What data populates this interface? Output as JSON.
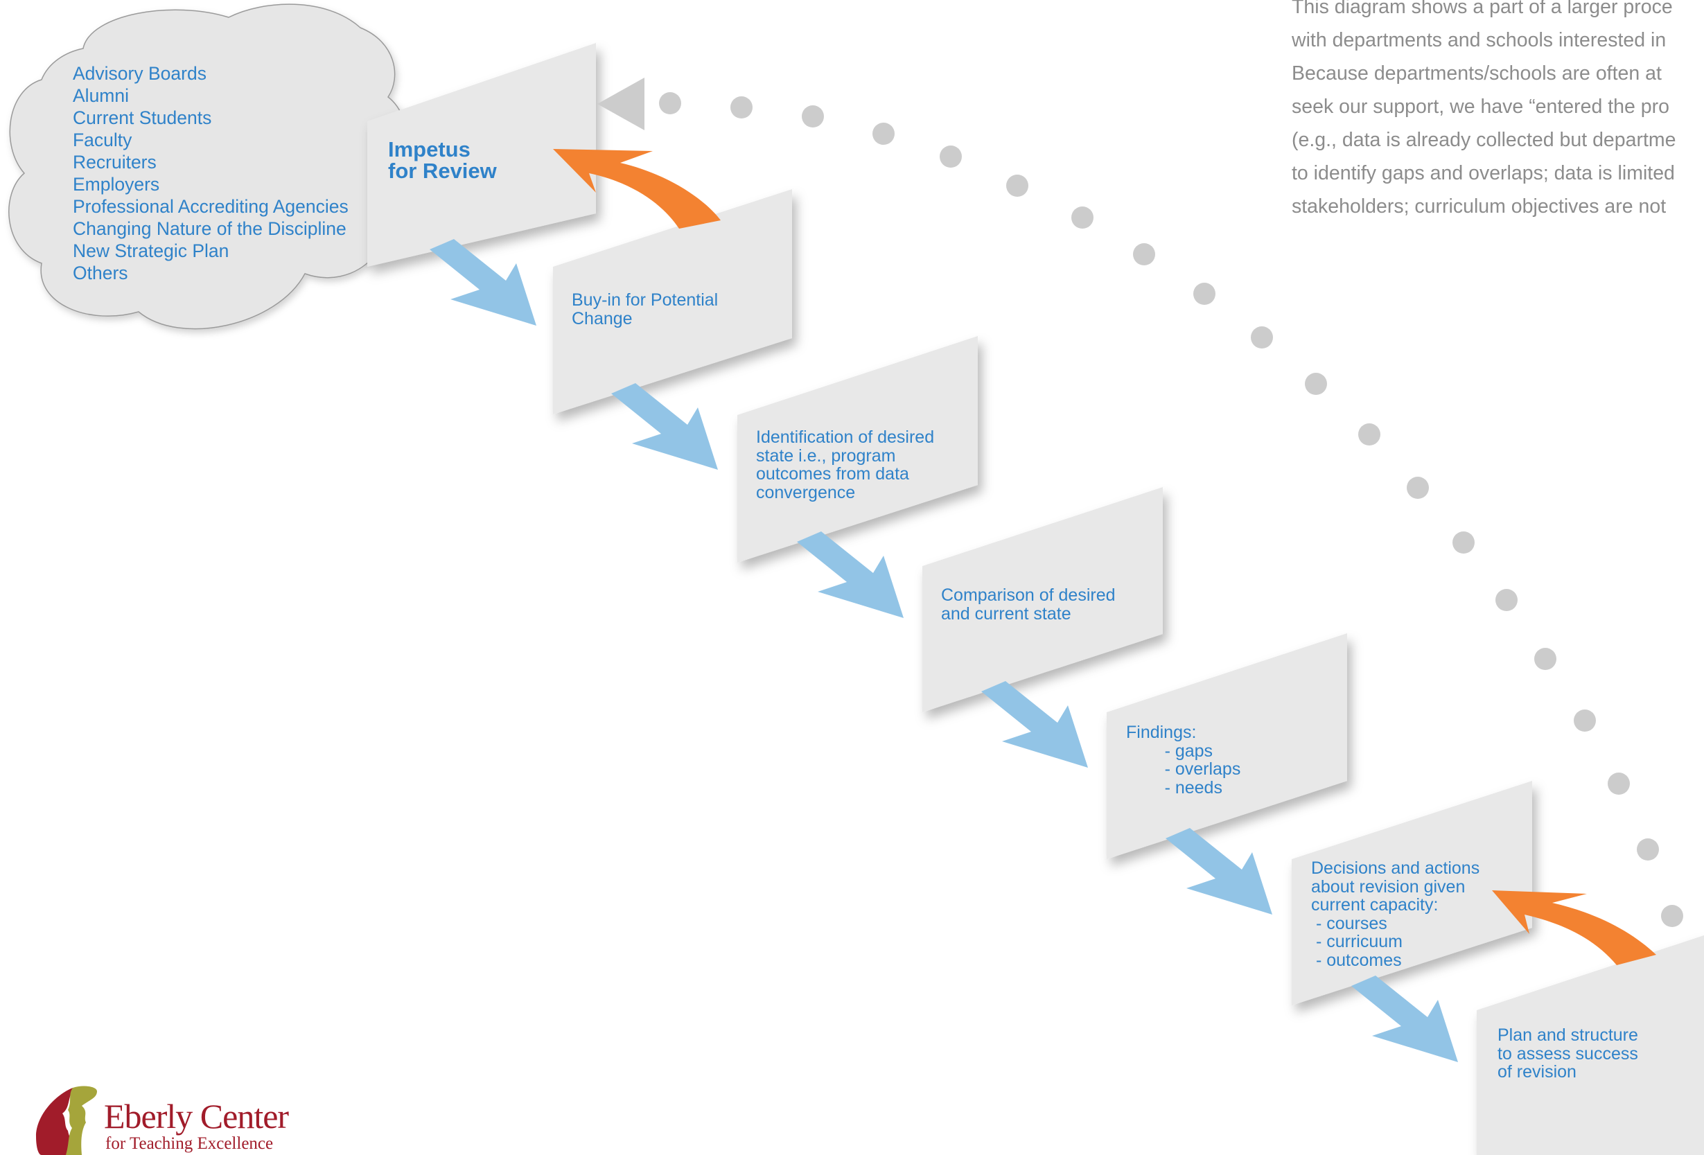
{
  "colors": {
    "text_blue": "#2f82c9",
    "down_arrow": "#92c4e6",
    "feedback_arrow": "#f38231",
    "card": "#e8e8e8",
    "cloud": "#e6e6e6",
    "dots": "#cccccc",
    "note_text": "#8c8c8c",
    "brand_red": "#a11c2a",
    "brand_olive": "#a5a53b"
  },
  "cloud": {
    "items": [
      "Advisory Boards",
      "Alumni",
      "Current Students",
      "Faculty",
      "Recruiters",
      "Employers",
      "Professional Accrediting Agencies",
      "Changing Nature of the Discipline",
      "New Strategic Plan",
      "Others"
    ]
  },
  "impetus": {
    "line1": "Impetus",
    "line2": "for Review"
  },
  "steps": [
    {
      "lines": [
        "Buy-in for Potential",
        "Change"
      ]
    },
    {
      "lines": [
        "Identification of desired",
        "state i.e., program",
        "outcomes from data",
        "convergence"
      ]
    },
    {
      "lines": [
        "Comparison of desired",
        "and current state"
      ]
    },
    {
      "lines": [
        "Findings:",
        "        - gaps",
        "        - overlaps",
        "        - needs"
      ]
    },
    {
      "lines": [
        "Decisions and actions",
        "about revision given",
        "current capacity:",
        " - courses",
        " - curricuum",
        " - outcomes"
      ]
    },
    {
      "lines": [
        "Plan and structure",
        "to assess success",
        "of revision"
      ]
    }
  ],
  "note": {
    "lines": [
      "This diagram shows a part of a larger proce",
      "with departments and schools interested in",
      "Because departments/schools are often at",
      "seek our support, we have “entered the pro",
      "(e.g., data is already collected but departme",
      "to identify gaps and overlaps; data is limited",
      "stakeholders; curriculum objectives are not"
    ]
  },
  "logo": {
    "name": "Eberly Center",
    "tagline": "for Teaching Excellence"
  }
}
